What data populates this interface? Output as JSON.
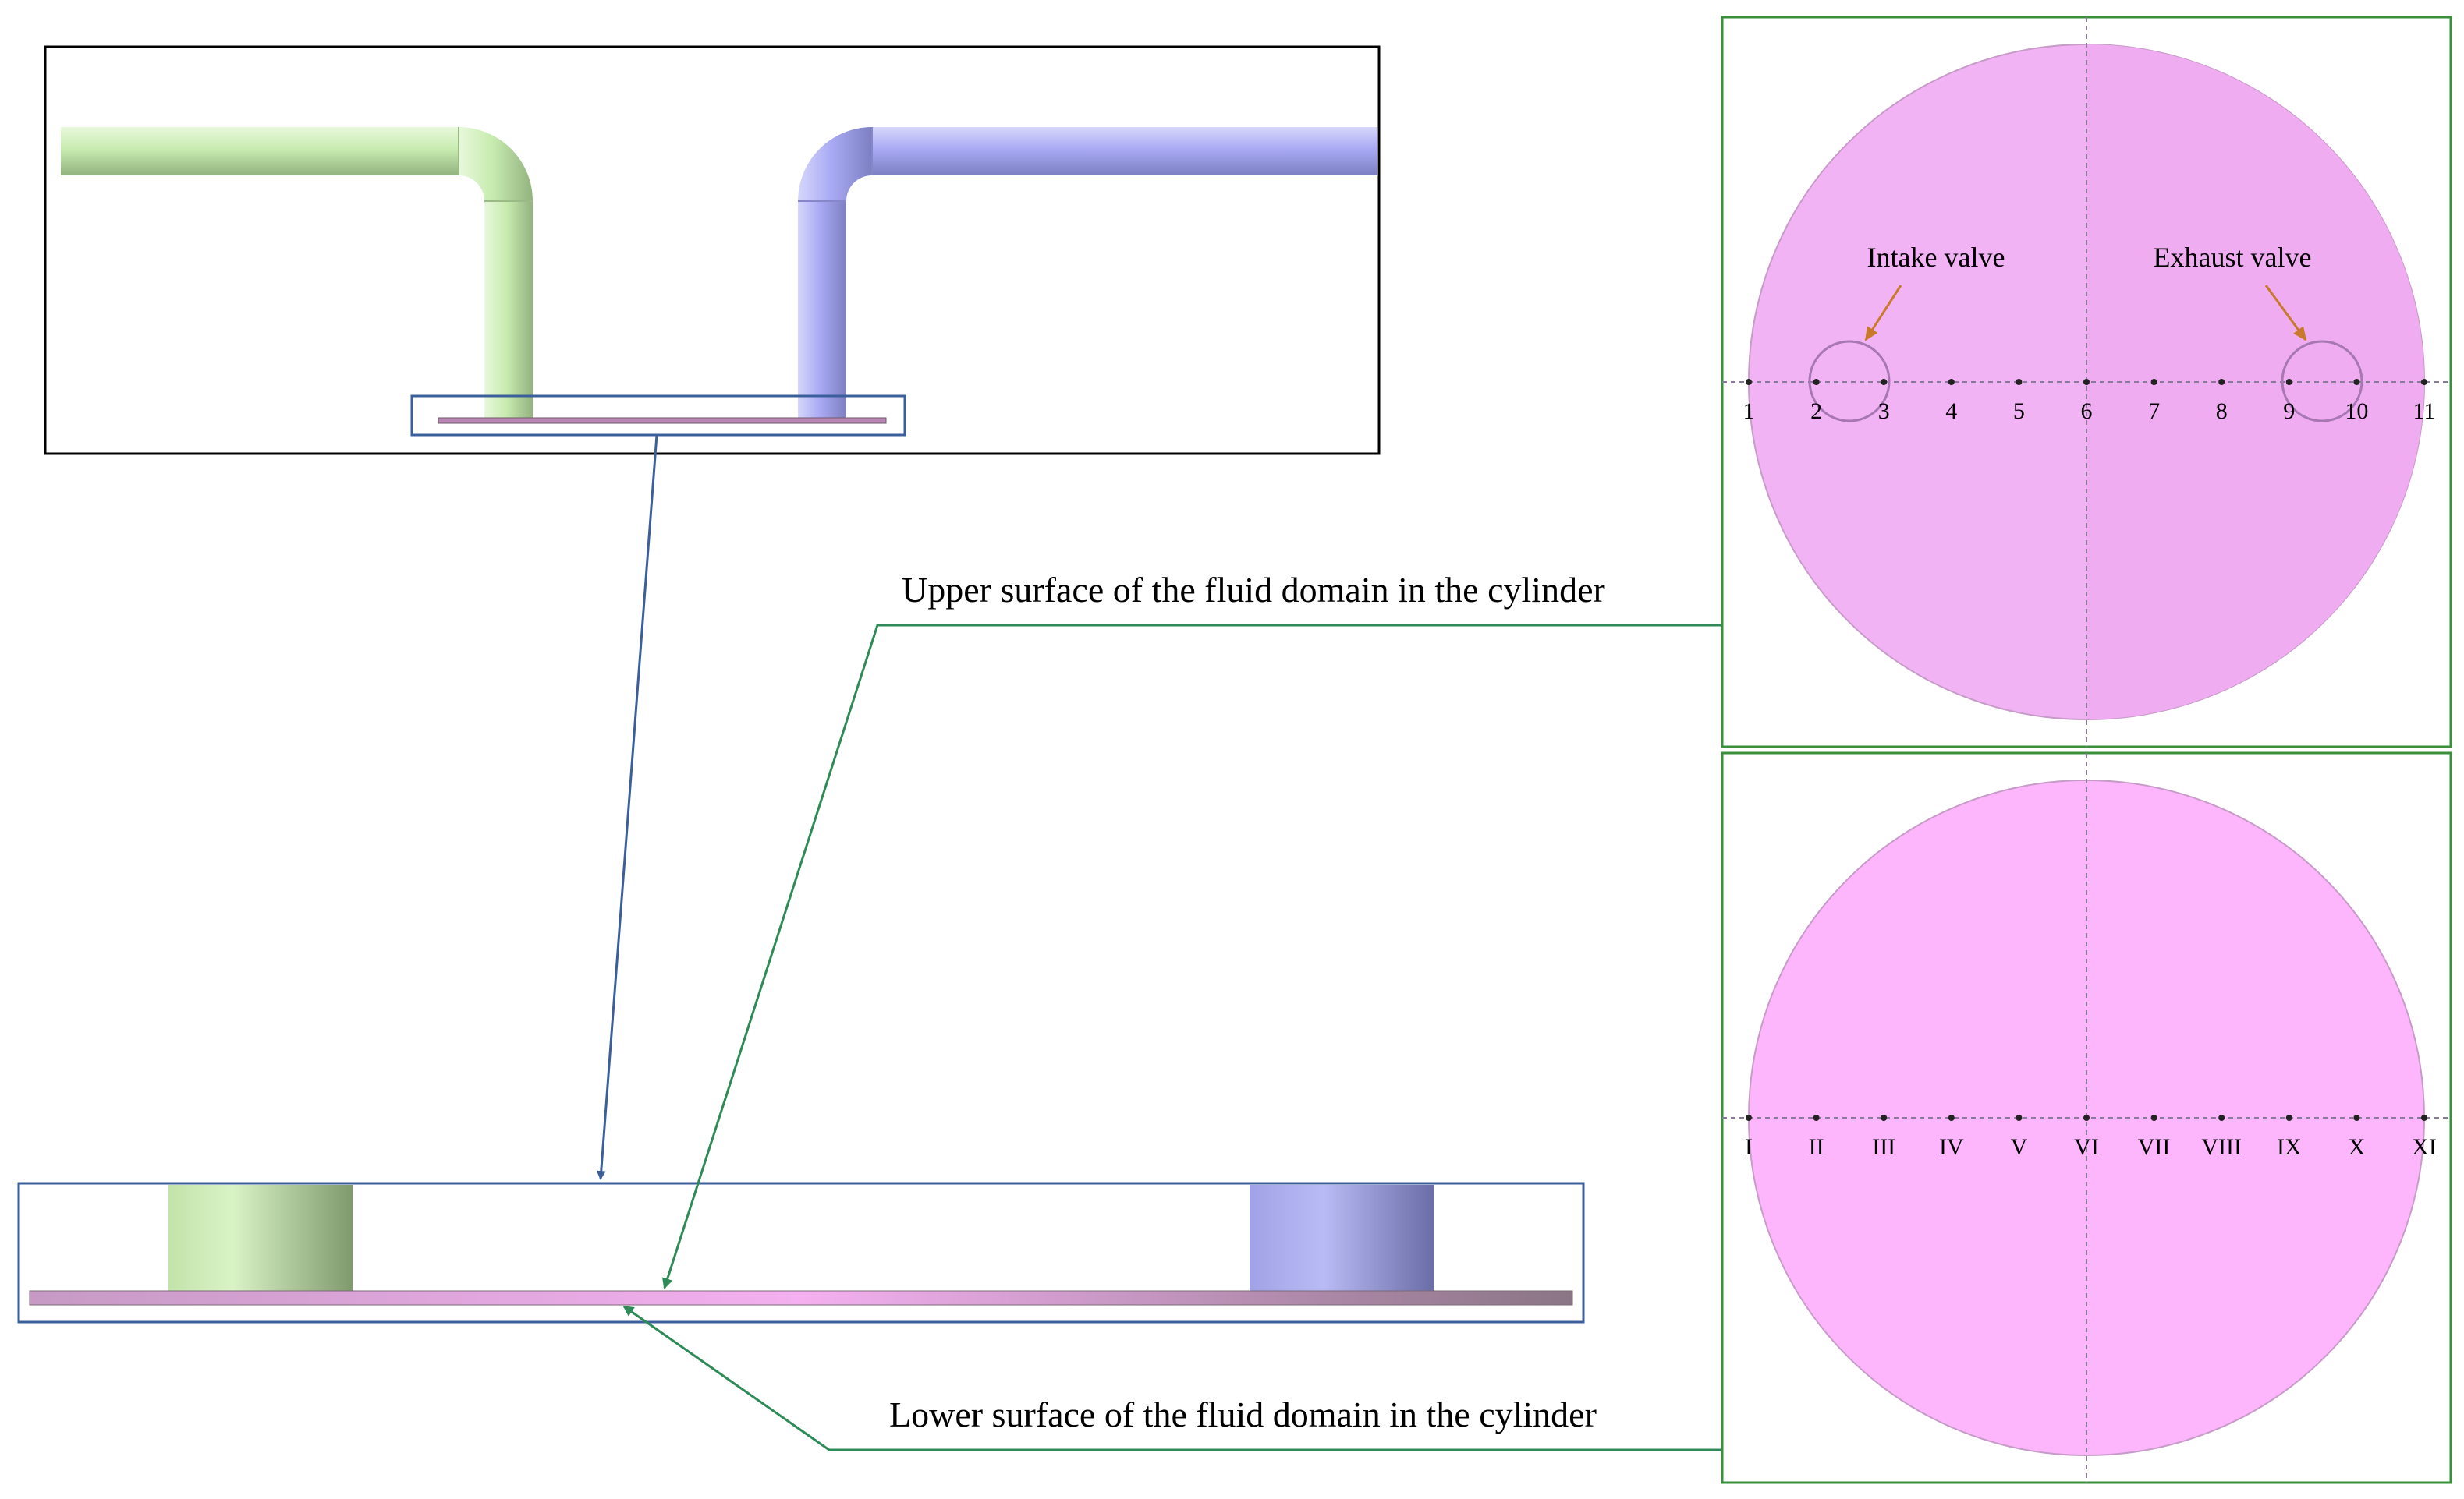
{
  "labels": {
    "upper_surface": "Upper surface of the fluid domain in the cylinder",
    "lower_surface": "Lower surface of the fluid domain in the cylinder",
    "intake_valve": "Intake valve",
    "exhaust_valve": "Exhaust valve"
  },
  "upper_points": [
    "1",
    "2",
    "3",
    "4",
    "5",
    "6",
    "7",
    "8",
    "9",
    "10",
    "11"
  ],
  "lower_points": [
    "I",
    "II",
    "III",
    "IV",
    "V",
    "VI",
    "VII",
    "VIII",
    "IX",
    "X",
    "XI"
  ],
  "colors": {
    "intake_pipe": "#c8ecb0",
    "exhaust_pipe": "#a9aaf4",
    "upper_disk": "#f2b3f4",
    "lower_disk": "#fdb6fb",
    "frame_blue": "#3a5f9a",
    "frame_green": "#3a8f3a",
    "valve_arrow": "#c87a2a"
  }
}
